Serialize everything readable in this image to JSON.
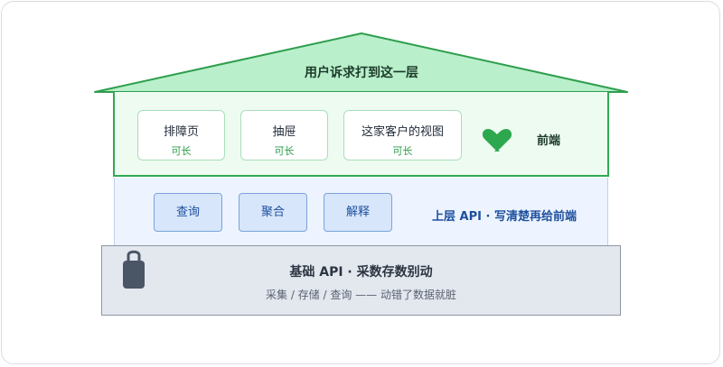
{
  "roof": {
    "label": "用户诉求打到这一层"
  },
  "frontend": {
    "boxes": [
      {
        "title": "排障页",
        "sub": "可长"
      },
      {
        "title": "抽屉",
        "sub": "可长"
      },
      {
        "title": "这家客户的视图",
        "sub": "可长"
      }
    ],
    "label": "前端",
    "icon": "heart-icon"
  },
  "upper_api": {
    "buttons": [
      "查询",
      "聚合",
      "解释"
    ],
    "label": "上层 API · 写清楚再给前端"
  },
  "base_api": {
    "title": "基础 API · 采数存数别动",
    "subtitle": "采集 / 存储 / 查询 —— 动错了数据就脏",
    "icon": "lock-icon"
  },
  "colors": {
    "roof_fill": "#b9f0cb",
    "roof_stroke": "#2f9e4e",
    "frontend_accent": "#33a852",
    "upper_accent": "#1d4f9e",
    "base_fill": "#e3e7ee",
    "lock": "#4a5566"
  }
}
